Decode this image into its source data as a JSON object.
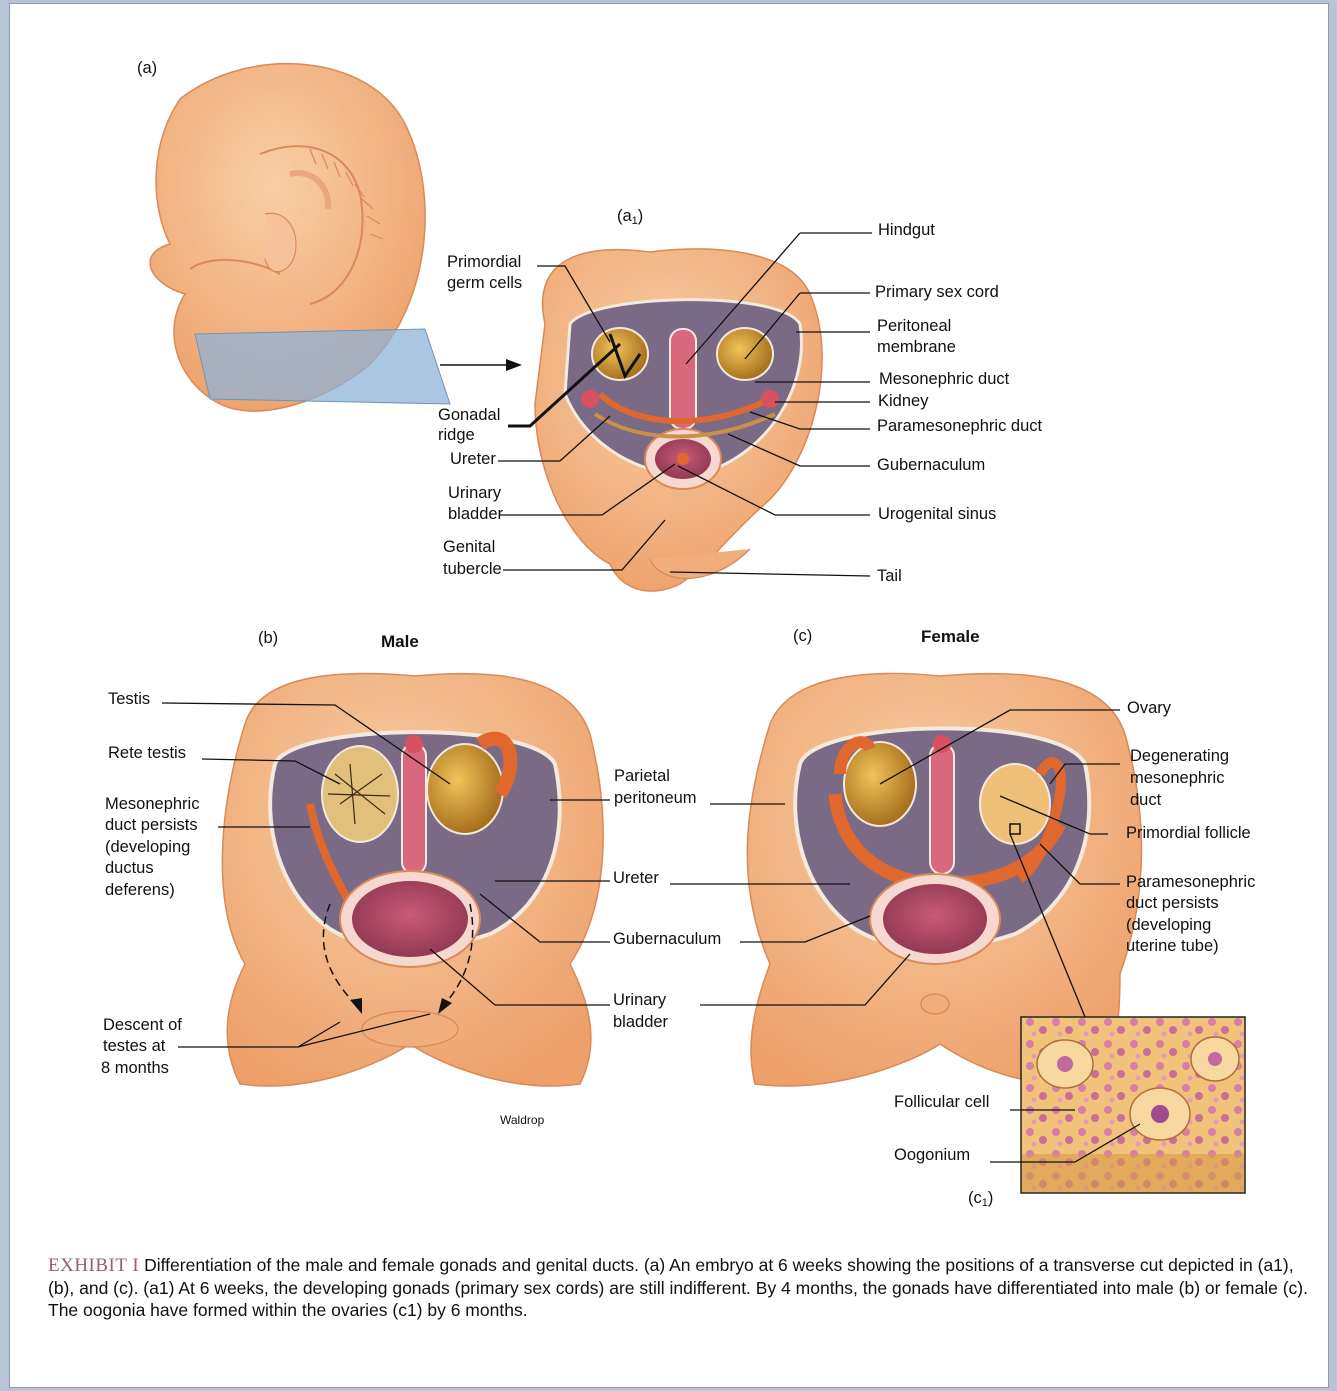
{
  "panels": {
    "a": "(a)",
    "a1": "(a",
    "b": "(b)",
    "b_title": "Male",
    "c": "(c)",
    "c_title": "Female",
    "c1": "(c"
  },
  "labels_a1": {
    "hindgut": "Hindgut",
    "primordial_1": "Primordial",
    "primordial_2": "germ cells",
    "primary_sex_cord": "Primary sex cord",
    "peritoneal_1": "Peritoneal",
    "peritoneal_2": "membrane",
    "mesonephric_duct": "Mesonephric duct",
    "kidney": "Kidney",
    "gonadal_1": "Gonadal",
    "gonadal_2": "ridge",
    "paramesonephric_duct": "Paramesonephric duct",
    "ureter": "Ureter",
    "gubernaculum": "Gubernaculum",
    "urinary_1": "Urinary",
    "urinary_2": "bladder",
    "urogenital_sinus": "Urogenital sinus",
    "genital_1": "Genital",
    "genital_2": "tubercle",
    "tail": "Tail"
  },
  "labels_b": {
    "testis": "Testis",
    "rete_testis": "Rete testis",
    "meso_1": "Mesonephric",
    "meso_2": "duct persists",
    "meso_3": "(developing",
    "meso_4": "ductus",
    "meso_5": "deferens)",
    "descent_1": "Descent of",
    "descent_2": "testes at",
    "descent_3": "8 months",
    "artist": "Waldrop"
  },
  "labels_center": {
    "parietal_1": "Parietal",
    "parietal_2": "peritoneum",
    "ureter": "Ureter",
    "gubernaculum": "Gubernaculum",
    "urinary_1": "Urinary",
    "urinary_2": "bladder"
  },
  "labels_c": {
    "ovary": "Ovary",
    "degen_1": "Degenerating",
    "degen_2": "mesonephric",
    "degen_3": "duct",
    "primordial_follicle": "Primordial follicle",
    "para_1": "Paramesonephric",
    "para_2": "duct persists",
    "para_3": "(developing",
    "para_4": "uterine tube)",
    "follicular_cell": "Follicular cell",
    "oogonium": "Oogonium"
  },
  "caption": {
    "head": "EXHIBIT I",
    "text": "Differentiation of the male and female gonads and genital ducts. (a) An embryo at 6 weeks showing the positions of a transverse cut depicted in (a1), (b), and (c). (a1) At 6 weeks, the developing gonads (primary sex cords) are still indifferent. By 4 months, the gonads have differentiated into male (b) or female (c). The oogonia have formed within the ovaries (c1) by 6 months."
  },
  "colors": {
    "skin": "#f2b382",
    "skin_dark": "#e49a68",
    "cavity": "#7a6a86",
    "bladder": "#b8506a",
    "gonad": "#d49a2e",
    "duct": "#e0672e",
    "caption_head": "#9b5a78",
    "slice": "#8fb3d6"
  }
}
